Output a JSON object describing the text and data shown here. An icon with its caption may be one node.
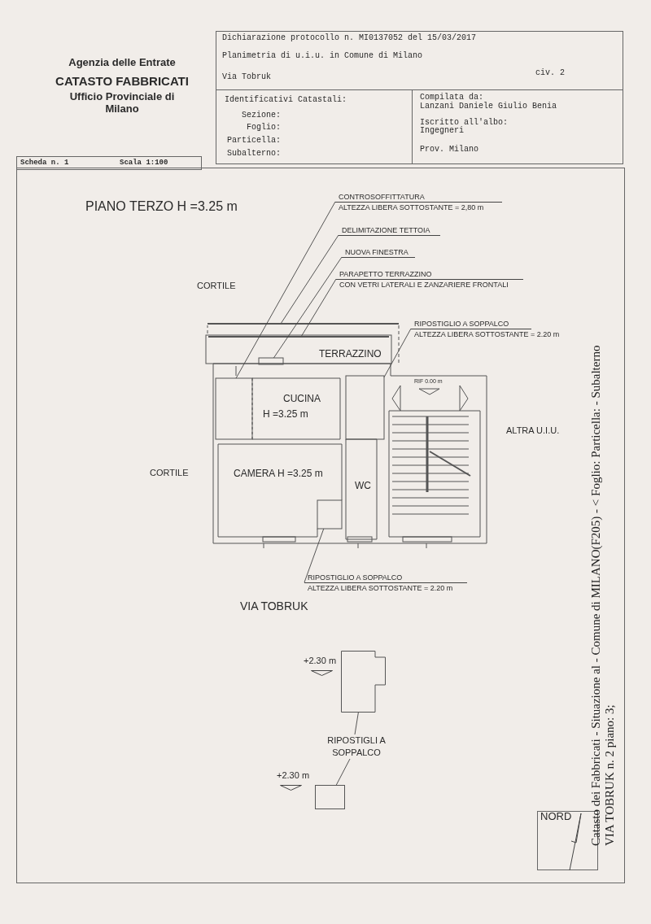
{
  "diagram": {
    "nodes": [
      {
        "text": [
          "CONTROSOFFITTATURA",
          "ALTEZZA LIBERA SOTTOSTANTE = 2,80 m"
        ]
      },
      {
        "text": [
          "DELIMITAZIONE TETTOIA"
        ]
      },
      {
        "text": [
          "NUOVA FINESTRA"
        ]
      },
      {
        "text": [
          "PARAPETTO TERRAZZINO",
          "CON VETRI LATERALI E ZANZARIERE FRONTALI"
        ]
      },
      {
        "text": [
          "RIPOSTIGLIO A SOPPALCO",
          "ALTEZZA LIBERA SOTTOSTANTE = 2.20 m"
        ]
      },
      {
        "text": [
          "RIPOSTIGLIO A SOPPALCO",
          "ALTEZZA LIBERA SOTTOSTANTE = 2.20 m"
        ]
      },
      {
        "text": [
          "RIPOSTIGLI A SOPPALCO"
        ]
      },
      {
        "text": [],
        "shape": "box",
        "beside": [
          "+2.30 m"
        ]
      },
      {
        "text": [],
        "shape": "box",
        "beside": [
          "+2.30 m"
        ]
      },
      {
        "text": [],
        "shape": "box"
      },
      {
        "text": [],
        "shape": "line"
      },
      {
        "text": [],
        "shape": "box"
      },
      {
        "text": [],
        "shape": "line"
      },
      {
        "text": [],
        "shape": "box"
      },
      {
        "text": [],
        "shape": "box"
      }
    ],
    "edges": [
      {
        "from": 0,
        "to": 9,
        "arrow": "none"
      },
      {
        "from": 1,
        "to": 10,
        "arrow": "none"
      },
      {
        "from": 2,
        "to": 11,
        "arrow": "none"
      },
      {
        "from": 3,
        "to": 12,
        "arrow": "none"
      },
      {
        "from": 4,
        "to": 13,
        "arrow": "none"
      },
      {
        "from": 5,
        "to": 14,
        "arrow": "none"
      },
      {
        "from": 6,
        "to": 7,
        "arrow": "none"
      },
      {
        "from": 6,
        "to": 8,
        "arrow": "none"
      }
    ],
    "labels": [
      "Dichiarazione protocollo n. MI0137052 del 15/03/2017",
      "Agenzia delle Entrate",
      "CATASTO FABBRICATI",
      "Ufficio Provinciale di Milano",
      "Planimetria di u.i.u. in Comune di Milano",
      "Via Tobruk",
      "civ. 2",
      "Identificativi Catastali:",
      "Sezione:",
      "Foglio:",
      "Particella:",
      "Subalterno:",
      "Compilata da:",
      "Lanzani Daniele Giulio Benia",
      "Iscritto all'albo:",
      "Ingegneri",
      "Prov. Milano",
      "Scheda n. 1",
      "Scala 1:100",
      "PIANO TERZO H =3.25 m",
      "CORTILE",
      "TERRAZZINO",
      "RIF 0.00 m",
      "CUCINA",
      "H =3.25 m",
      "ALTRA U.I.U.",
      "CORTILE",
      "CAMERA H =3.25 m",
      "WC",
      "VIA TOBRUK",
      "NORD",
      "Catasto dei Fabbricati - Situazione al - Comune di MILANO(F205) - < Foglio: Particella: - Subalterno",
      "VIA TOBRUK n. 2 piano: 3;"
    ]
  }
}
